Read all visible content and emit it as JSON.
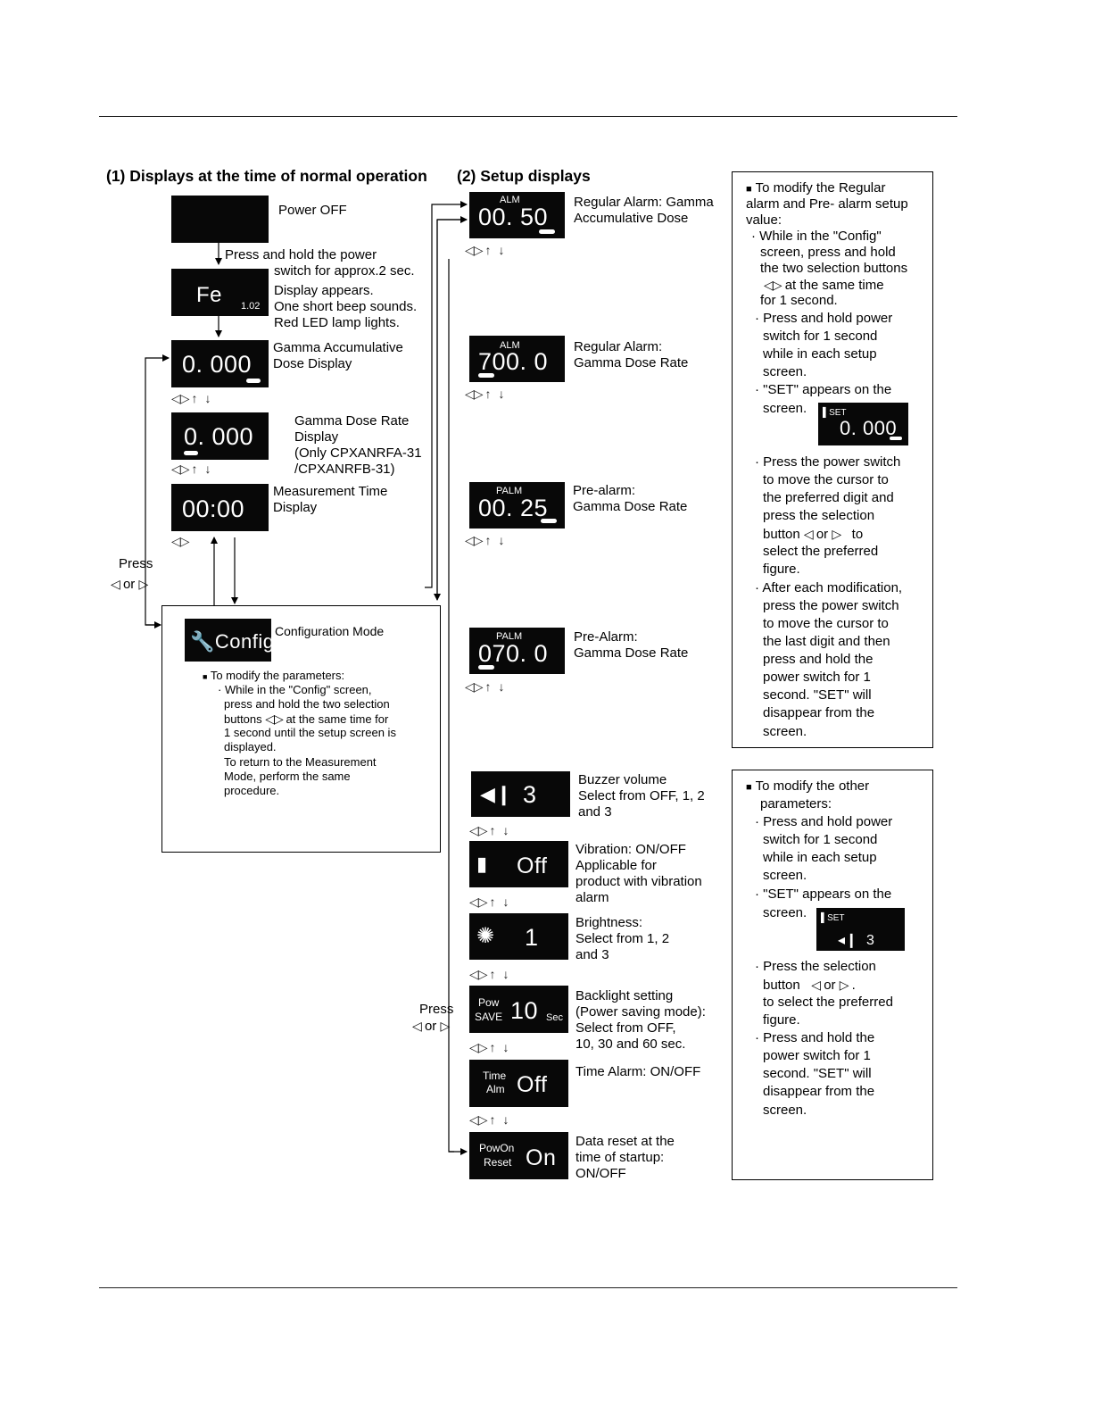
{
  "headings": {
    "normal": "(1) Displays at the time of normal operation",
    "setup": "(2) Setup displays"
  },
  "icons": {
    "selection_buttons": "◁▷",
    "left_button": "◁",
    "right_button": "▷",
    "arrow_up": "↑",
    "arrow_down": "↓",
    "square_bullet": "■"
  },
  "normal": {
    "power_off": "Power OFF",
    "press_hold": [
      "Press and hold the power",
      "switch for approx.2 sec."
    ],
    "fe_display": {
      "main": "Fe",
      "version": "1.02"
    },
    "display_appears": [
      "Display appears.",
      "One short beep sounds.",
      "Red LED lamp lights."
    ],
    "gamma_acc": {
      "value": "0. 000",
      "label": [
        "Gamma Accumulative",
        "Dose Display"
      ]
    },
    "gamma_rate": {
      "value": "0. 000",
      "label": [
        "Gamma Dose Rate",
        "Display",
        "(Only CPXANRFA-31",
        "/CPXANRFB-31)"
      ]
    },
    "meas_time": {
      "value": "00:00",
      "label": [
        "Measurement Time",
        "Display"
      ]
    },
    "press_or": {
      "press": "Press",
      "or": "or"
    },
    "config": {
      "screen_text": "Config",
      "title": "Configuration Mode",
      "note_head": "To modify the parameters:",
      "note_lines": [
        "· While in the \"Config\" screen,",
        "press and hold the two selection",
        "buttons",
        "at the same time for",
        "1 second until the setup screen is",
        "displayed.",
        "To return to the Measurement",
        "Mode, perform the same",
        "procedure."
      ]
    }
  },
  "setup": {
    "alm1": {
      "tag": "ALM",
      "value": "00. 50",
      "label": [
        "Regular Alarm: Gamma",
        "Accumulative Dose"
      ]
    },
    "alm2": {
      "tag": "ALM",
      "value": "700. 0",
      "label": [
        "Regular Alarm:",
        "Gamma Dose Rate"
      ]
    },
    "palm1": {
      "tag": "PALM",
      "value": "00. 25",
      "label": [
        "Pre-alarm:",
        "Gamma Dose Rate"
      ]
    },
    "palm2": {
      "tag": "PALM",
      "value": "070. 0",
      "label": [
        "Pre-Alarm:",
        "Gamma Dose Rate"
      ]
    },
    "buzzer": {
      "value": "3",
      "label": [
        "Buzzer volume",
        "Select from OFF, 1, 2",
        "and 3"
      ]
    },
    "vibration": {
      "value": "Off",
      "label": [
        "Vibration: ON/OFF",
        "Applicable for",
        "product with vibration",
        "alarm"
      ]
    },
    "brightness": {
      "value": "1",
      "label": [
        "Brightness:",
        "Select from 1, 2",
        "and 3"
      ]
    },
    "backlight": {
      "top": "Pow",
      "bottom": "SAVE",
      "value": "10",
      "unit": "Sec",
      "label": [
        "Backlight setting",
        "(Power saving mode):",
        "Select from OFF,",
        "10, 30 and 60 sec."
      ]
    },
    "time_alarm": {
      "top": "Time",
      "bottom": "Alm",
      "value": "Off",
      "label": [
        "Time Alarm: ON/OFF"
      ]
    },
    "reset": {
      "top": "PowOn",
      "bottom": "Reset",
      "value": "On",
      "label": [
        "Data reset at the",
        "time of startup:",
        "ON/OFF"
      ]
    },
    "press_or": {
      "press": "Press",
      "or": "or"
    }
  },
  "note1": {
    "head": [
      "To modify the Regular",
      "alarm and Pre- alarm setup",
      "value:"
    ],
    "lines": [
      "· While in the \"Config\"",
      "screen, press and hold",
      "the two selection buttons",
      "at the same time",
      "for 1 second.",
      "· Press and hold power",
      "switch for 1 second",
      "while in each setup",
      "screen.",
      "· \"SET\" appears on the",
      "screen."
    ],
    "set_lcd": {
      "tag": "SET",
      "value": "0. 000"
    },
    "lines2": [
      "· Press the power switch",
      "to move the cursor to",
      "the preferred digit and",
      "press the selection",
      "button",
      "or",
      "to",
      "select the preferred",
      "figure.",
      "· After each modification,",
      "press the power switch",
      "to move the cursor to",
      "the last digit and then",
      "press and hold the",
      "power switch for 1",
      "second. \"SET\" will",
      "disappear from the",
      "screen."
    ]
  },
  "note2": {
    "head": [
      "To modify the other",
      "parameters:"
    ],
    "lines": [
      "· Press and hold power",
      "switch for 1 second",
      "while in each setup",
      "screen.",
      "· \"SET\" appears on the",
      "screen."
    ],
    "set_lcd": {
      "tag": "SET",
      "value": "3"
    },
    "lines2": [
      "· Press the selection",
      "button",
      "or",
      ".",
      "to select the preferred",
      "figure.",
      "· Press and hold the",
      "power switch for 1",
      "second. \"SET\" will",
      "disappear from the",
      "screen."
    ]
  }
}
